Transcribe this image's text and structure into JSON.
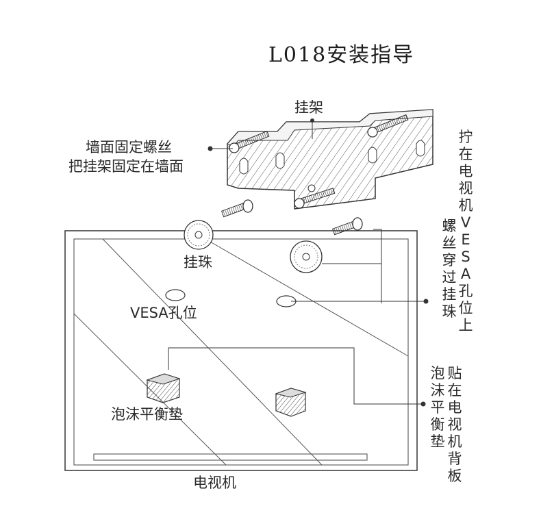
{
  "title": "L018安装指导",
  "labels": {
    "hanger": "挂架",
    "wall_screw_line1": "墙面固定螺丝",
    "wall_screw_line2": "把挂架固定在墙面",
    "bead": "挂珠",
    "vesa_hole": "VESA孔位",
    "foam_pad": "泡沫平衡垫",
    "tv": "电视机",
    "screw_instruction_col1": "拧在电视机VESA孔位上",
    "screw_instruction_col2": "螺丝穿过挂珠",
    "foam_instruction_col1": "贴在电视机背板",
    "foam_instruction_col2": "泡沫平衡垫"
  }
}
